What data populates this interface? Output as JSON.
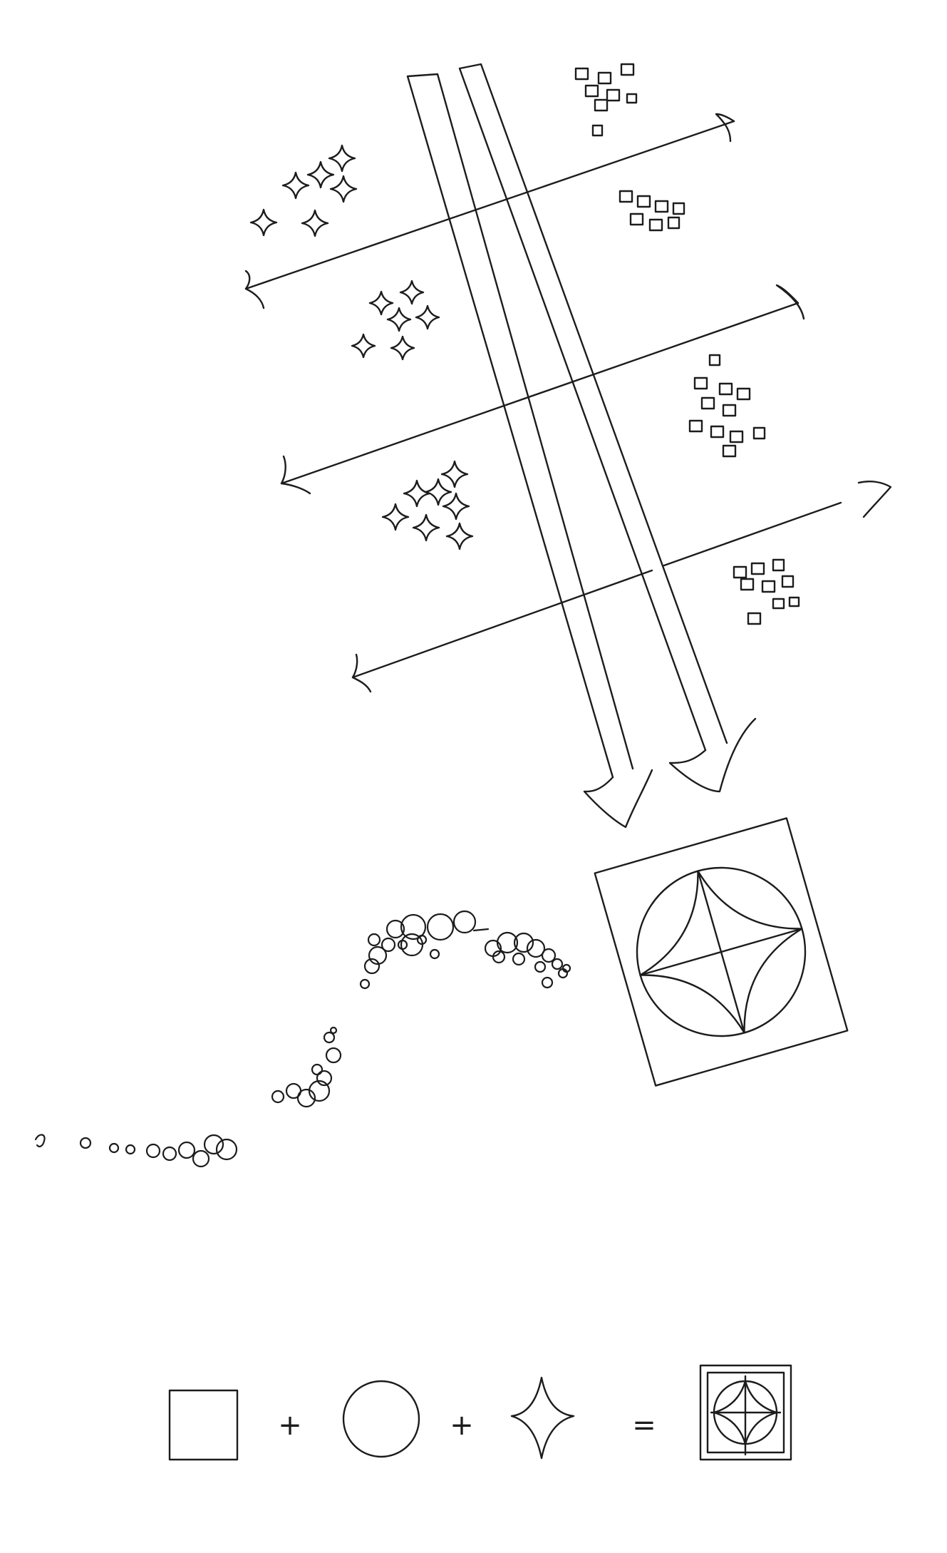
{
  "background": "#ffffff",
  "ink_color": "#1c1c1c",
  "equation": {
    "operators": [
      "+",
      "+",
      "="
    ],
    "terms": [
      "square",
      "circle",
      "four-point-star",
      "framed-motif"
    ]
  }
}
